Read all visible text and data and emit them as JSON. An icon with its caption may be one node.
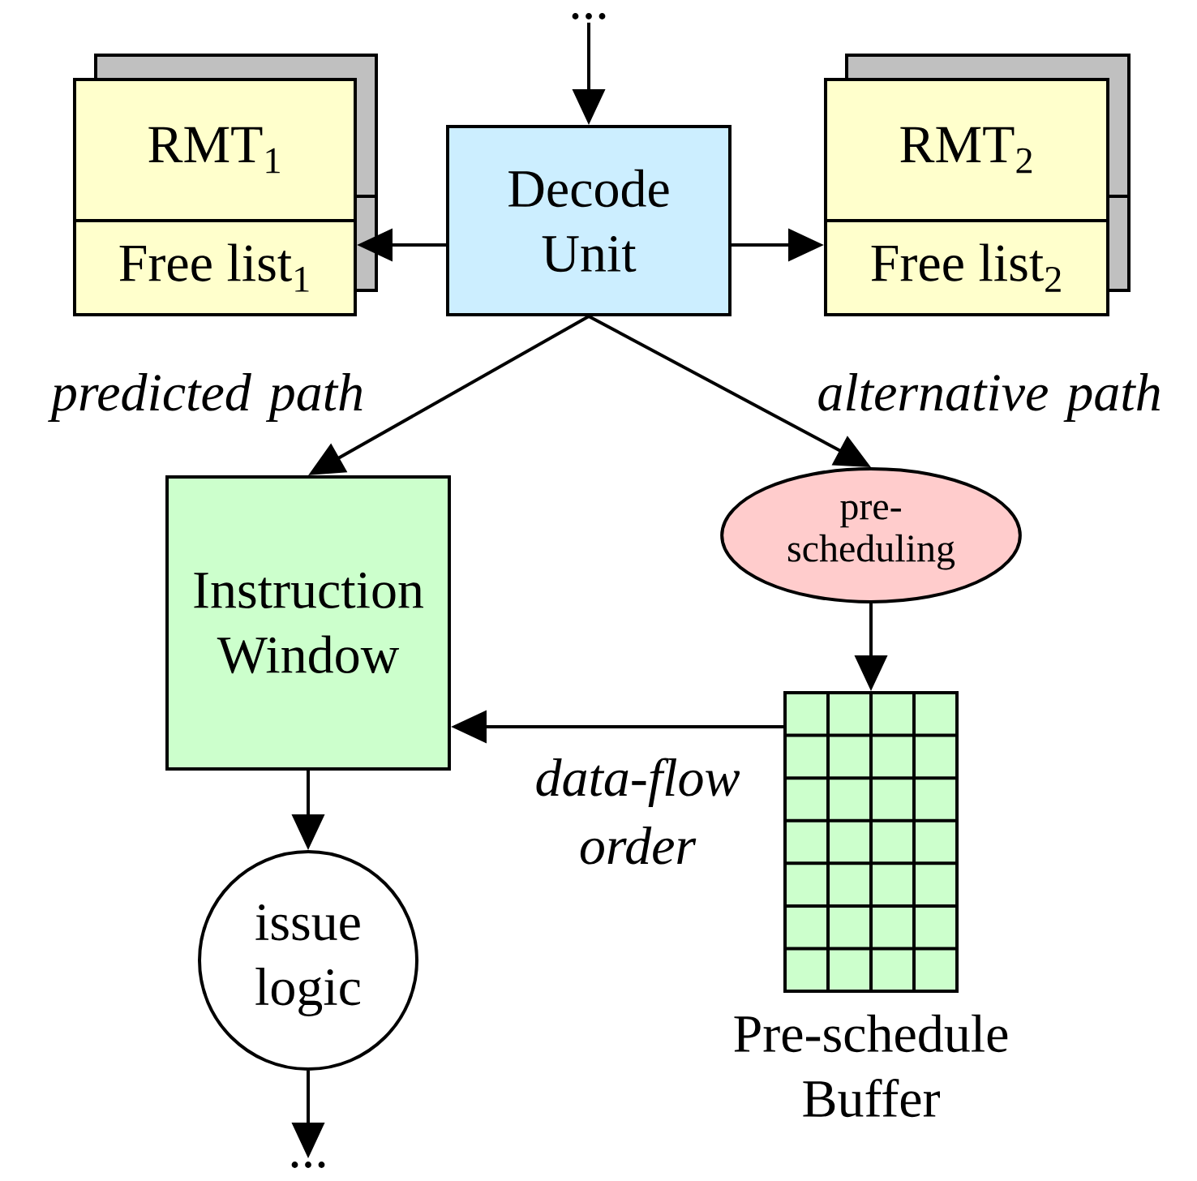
{
  "diagram": {
    "nodes": [
      {
        "text": [
          "..."
        ]
      },
      {
        "text": [
          "RMT$_{1}$",
          "Free list$_{1}$"
        ]
      },
      {
        "text": [
          "Decode Unit"
        ]
      },
      {
        "text": [
          "RMT$_{2}$",
          "Free list$_{2}$"
        ]
      },
      {
        "text": [
          "Instruction Window"
        ]
      },
      {
        "text": [
          "pre- scheduling"
        ]
      },
      {
        "text": [
          "Pre-schedule Buffer"
        ]
      },
      {
        "text": [
          "issue logic"
        ]
      },
      {
        "text": [
          "..."
        ]
      }
    ],
    "edges": [
      {
        "from": 0,
        "to": 2,
        "arrow": "to"
      },
      {
        "from": 2,
        "to": 1,
        "arrow": "to"
      },
      {
        "from": 2,
        "to": 3,
        "arrow": "to"
      },
      {
        "from": 2,
        "to": 4,
        "arrow": "to",
        "label": "predicted path"
      },
      {
        "from": 2,
        "to": 5,
        "arrow": "to",
        "label": "alternative path"
      },
      {
        "from": 5,
        "to": 6,
        "arrow": "to"
      },
      {
        "from": 6,
        "to": 4,
        "arrow": "to",
        "label": "data-flow order"
      },
      {
        "from": 4,
        "to": 7,
        "arrow": "to"
      },
      {
        "from": 7,
        "to": 8,
        "arrow": "to"
      }
    ]
  }
}
